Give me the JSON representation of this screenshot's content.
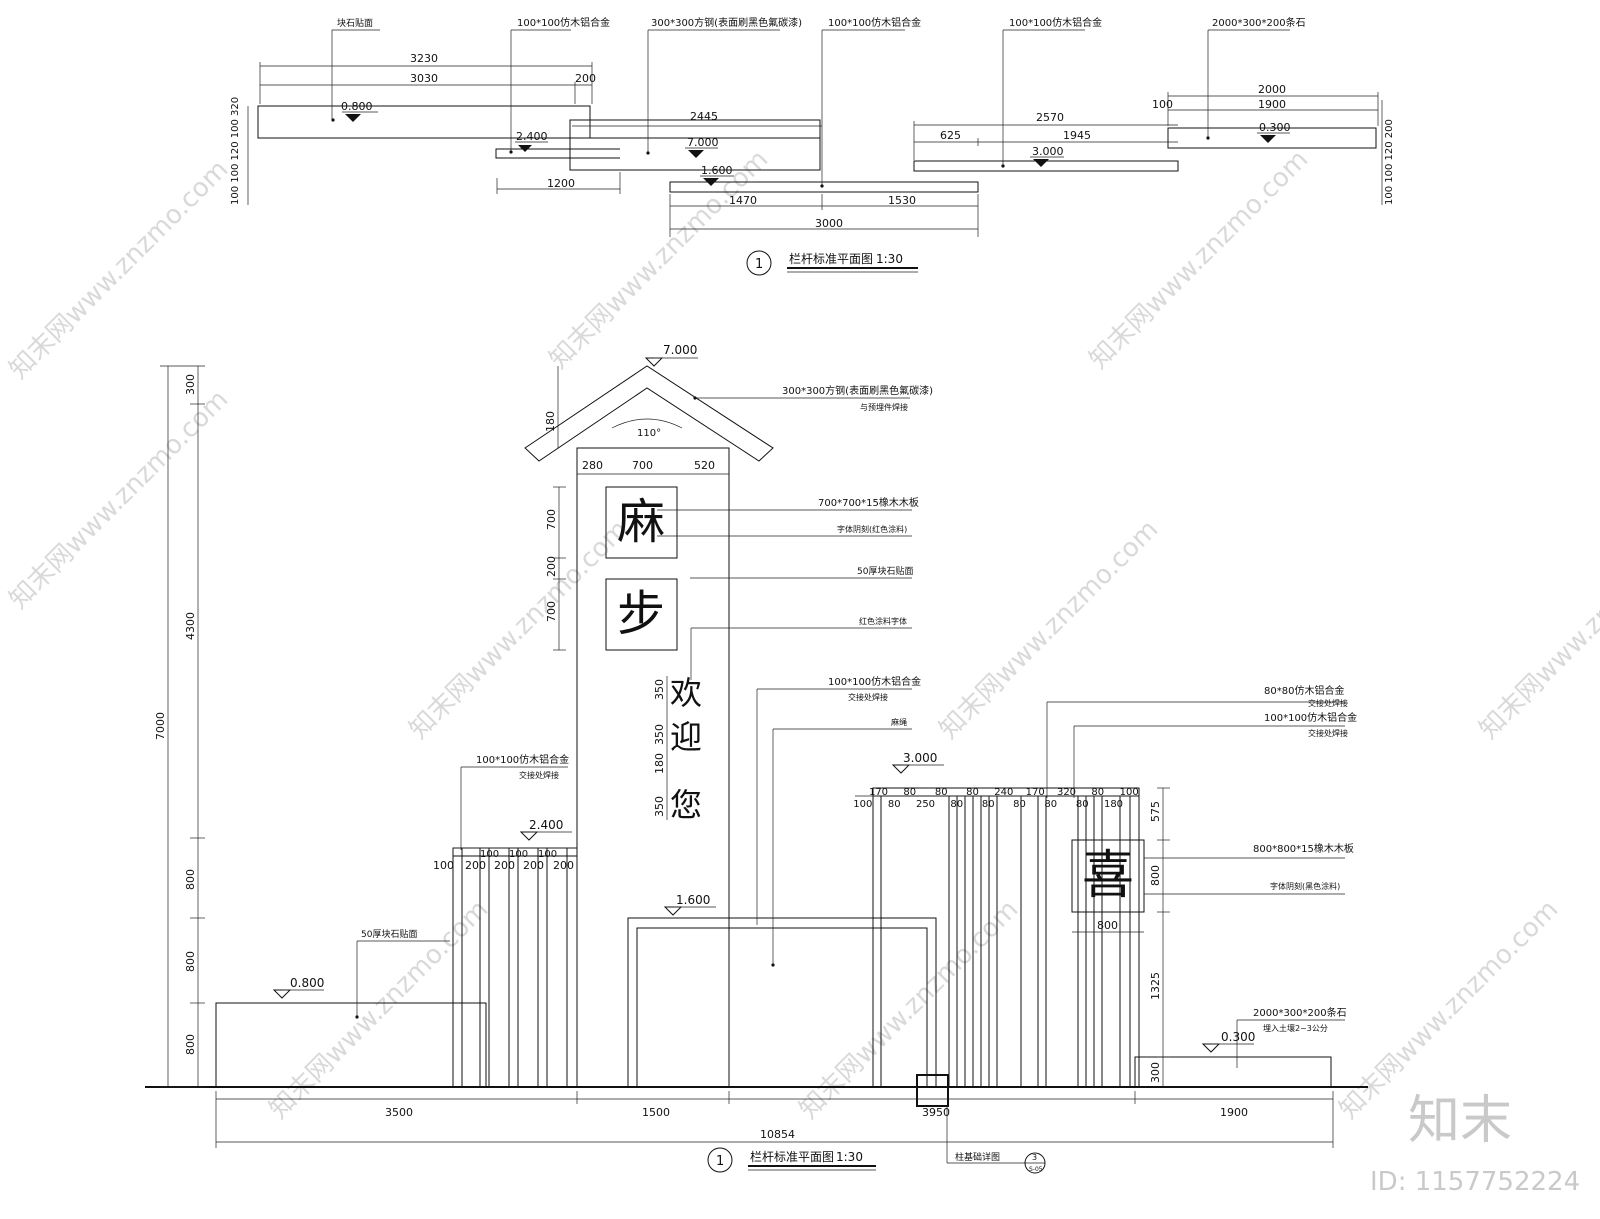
{
  "plan": {
    "labels": {
      "stone_facing": "块石贴面",
      "rail_a": "100*100仿木铝合金",
      "square_steel": "300*300方钢(表面刷黑色氟碳漆)",
      "rail_b": "100*100仿木铝合金",
      "rail_c": "100*100仿木铝合金",
      "kerb": "2000*300*200条石"
    },
    "dims": {
      "d3230": "3230",
      "d3030": "3030",
      "d200": "200",
      "d2445": "2445",
      "d1200": "1200",
      "d1470": "1470",
      "d1530": "1530",
      "d3000": "3000",
      "d2570": "2570",
      "d625": "625",
      "d1945": "1945",
      "d2000": "2000",
      "d1900": "1900",
      "d100": "100",
      "left_stack": "100 100 120 100 320",
      "left_stack2": "100",
      "right_stack": "100 100 120 200",
      "right_stack2": "100"
    },
    "levels": {
      "l0800": "0.800",
      "l2400": "2.400",
      "l7000": "7.000",
      "l1600": "1.600",
      "l3000": "3.000",
      "l0300": "0.300"
    },
    "caption": {
      "number": "1",
      "title": "栏杆标准平面图",
      "scale": "1:30"
    }
  },
  "elevation": {
    "levels": {
      "top": "7.000",
      "l2400": "2.400",
      "l1600": "1.600",
      "l0800": "0.800",
      "l3000": "3.000",
      "l0300": "0.300"
    },
    "roof": {
      "angle": "110°",
      "label": "300*300方钢(表面刷黑色氟碳漆)",
      "sub": "与预埋件焊接",
      "dim180": "180"
    },
    "tower": {
      "w280": "280",
      "w700": "700",
      "w520": "520",
      "board": "700*700*15橡木木板",
      "carving": "字体阴刻(红色涂料)",
      "stone": "50厚块石贴面",
      "paint": "红色涂料字体",
      "chars": [
        "麻",
        "步",
        "欢",
        "迎",
        "您"
      ],
      "hdims": [
        "350",
        "350",
        "180",
        "350"
      ],
      "vdims": [
        "700",
        "200",
        "700"
      ]
    },
    "left_heights": {
      "h7000": "7000",
      "h300": "300",
      "h4300": "4300",
      "h800a": "800",
      "h800b": "800",
      "h800c": "800"
    },
    "left_rail": {
      "label": "100*100仿木铝合金",
      "sub": "交接处焊接",
      "dims": [
        "100",
        "200",
        "100",
        "200",
        "100",
        "200",
        "100",
        "200"
      ]
    },
    "left_wall": {
      "label": "50厚块石贴面"
    },
    "middle": {
      "label": "100*100仿木铝合金",
      "sub": "交接处焊接",
      "hemp": "麻绳"
    },
    "right_gate": {
      "label1": "80*80仿木铝合金",
      "sub1": "交接处焊接",
      "label2": "100*100仿木铝合金",
      "sub2": "交接处焊接",
      "board": "800*800*15橡木木板",
      "carving": "字体阴刻(黑色涂料)",
      "char": "喜",
      "top_dims": [
        "100",
        "170",
        "80",
        "80",
        "250",
        "80",
        "80",
        "80",
        "80",
        "240",
        "80",
        "170",
        "80",
        "320",
        "80",
        "80",
        "180",
        "100"
      ],
      "right_dims": [
        "575",
        "800",
        "1325",
        "300"
      ],
      "w800": "800"
    },
    "kerb": {
      "label": "2000*300*200条石",
      "sub": "埋入土壤2~3公分"
    },
    "bottom_dims": {
      "d3500": "3500",
      "d1500": "1500",
      "d3950": "3950",
      "d1900": "1900",
      "total": "10854"
    },
    "detail": {
      "label": "柱基础详图",
      "ref": "3",
      "sheet": "S-05"
    },
    "caption": {
      "number": "1",
      "title": "栏杆标准平面图",
      "scale": "1:30"
    }
  },
  "watermark": {
    "text": "知末网www.znzmo.com",
    "brand": "知末",
    "id": "ID: 1157752224"
  }
}
